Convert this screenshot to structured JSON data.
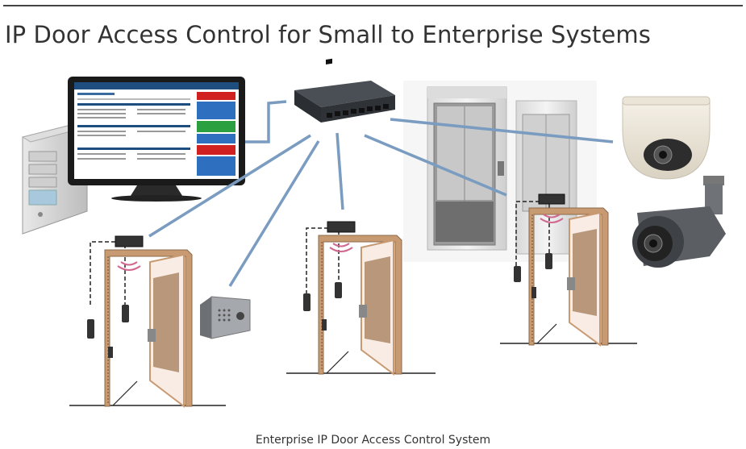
{
  "page": {
    "title": "IP Door Access Control for Small to Enterprise Systems",
    "caption": "Enterprise IP Door Access Control System"
  },
  "diagram": {
    "nodes": [
      "network-switch",
      "monitor",
      "server",
      "door-1",
      "door-2",
      "door-3",
      "intercom",
      "elevator",
      "dome-camera",
      "bullet-camera"
    ],
    "colors": {
      "link": "#7a9cc0",
      "door_frame": "#c89a72",
      "door_panel": "#f8ece4",
      "door_window": "#b8977a",
      "rfid_wave": "#d06890",
      "switch": "#2f3338"
    }
  }
}
